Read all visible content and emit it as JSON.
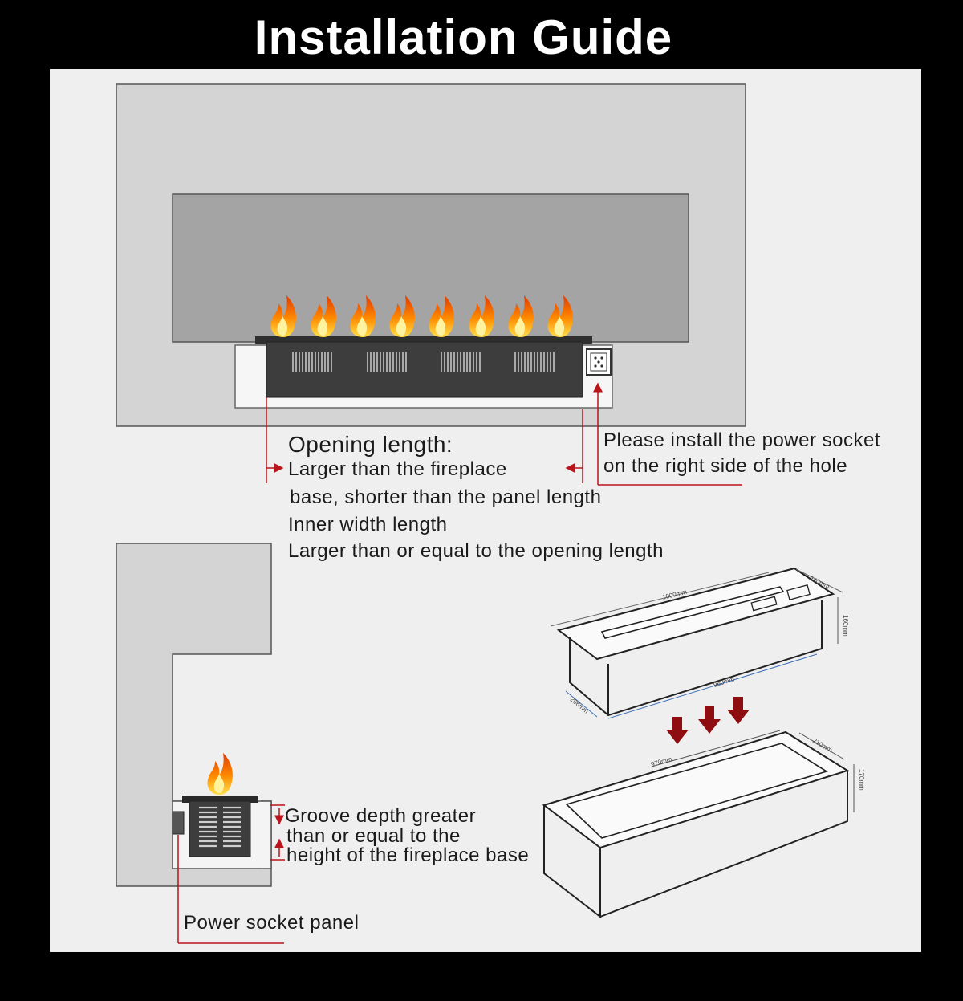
{
  "title": "Installation Guide",
  "labels": {
    "opening_length": "Opening length:",
    "opening_line1": "Larger than the fireplace",
    "opening_line2": "base, shorter than the panel length",
    "inner_width": "Inner width length",
    "inner_width_desc": "Larger than or equal to the opening length",
    "socket_line1": "Please install the power socket",
    "socket_line2": "on the right side of the hole",
    "groove_line1": "Groove depth greater",
    "groove_line2": "than or equal to the",
    "groove_line3": "height of the fireplace base",
    "power_panel": "Power socket panel"
  },
  "dimensions": {
    "burner_length": "1000mm",
    "burner_width": "240mm",
    "burner_height": "160mm",
    "burner_inner_length": "960mm",
    "burner_inner_width": "206mm",
    "box_length": "970mm",
    "box_width": "210mm",
    "box_height": "170mm"
  },
  "colors": {
    "accent_red": "#b8141a",
    "arrow_dark_red": "#8e0d10",
    "wall_gray": "#d4d4d4",
    "glass_gray": "#a4a4a4",
    "burner_dark": "#3a3a3a",
    "dim_blue": "#3b6fb6",
    "flame_orange": "#ff8a00"
  }
}
